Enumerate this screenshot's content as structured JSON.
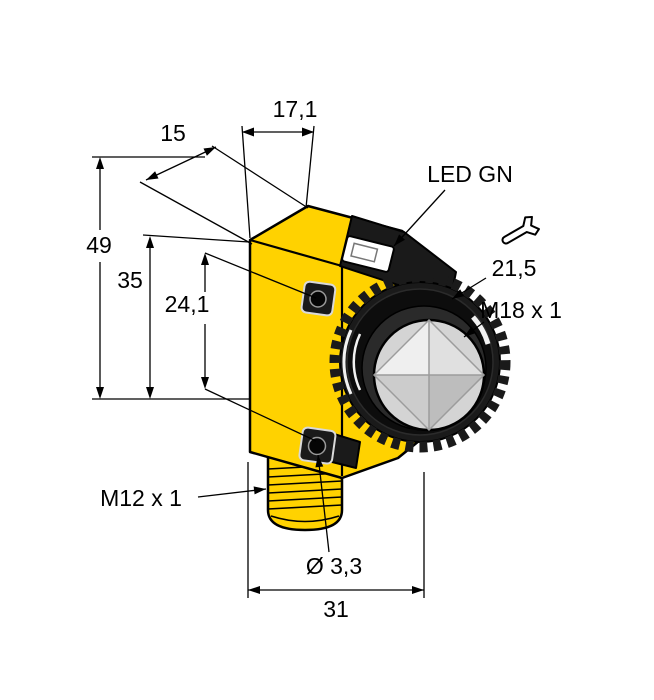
{
  "drawing": {
    "dimensions": {
      "top_width": "17,1",
      "top_depth": "15",
      "overall_height": "49",
      "body_height": "35",
      "hole_spacing": "24,1",
      "wrench_size": "21,5",
      "hole_diameter": "Ø 3,3",
      "bottom_width": "31"
    },
    "annotations": {
      "led": "LED GN",
      "lens_thread": "M18 x 1",
      "connector_thread": "M12 x 1"
    },
    "icons": {
      "wrench": "wrench-icon"
    },
    "colors": {
      "housing_yellow": "#ffd200",
      "head_dark": "#1a1a1a",
      "lens_gray": "#d4d4d4",
      "line_black": "#000000"
    }
  }
}
